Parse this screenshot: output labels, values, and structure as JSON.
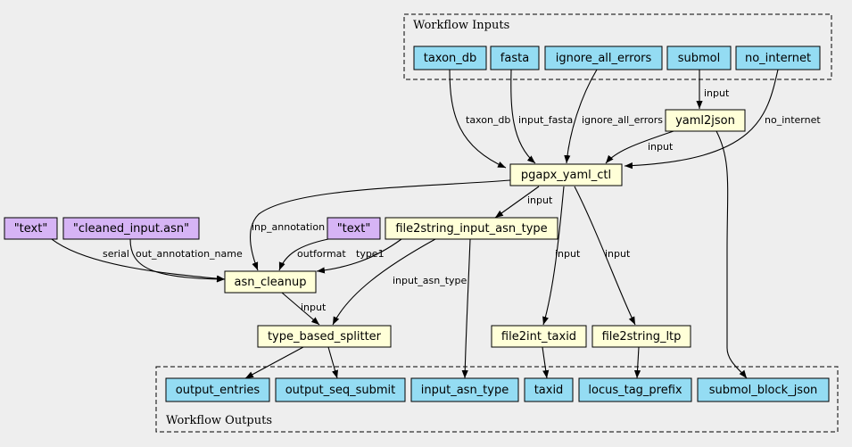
{
  "colors": {
    "background": "#eeeeee",
    "io_node": "#94dcf3",
    "step_node": "#ffffd8",
    "const_node": "#d6b4f5",
    "edge": "#000000"
  },
  "clusters": {
    "inputs_title": "Workflow Inputs",
    "outputs_title": "Workflow Outputs"
  },
  "nodes": {
    "taxon_db": "taxon_db",
    "fasta": "fasta",
    "ignore_all_errors": "ignore_all_errors",
    "submol": "submol",
    "no_internet": "no_internet",
    "yaml2json": "yaml2json",
    "pgapx_yaml_ctl": "pgapx_yaml_ctl",
    "text_const_1": "\"text\"",
    "cleaned_input_asn": "\"cleaned_input.asn\"",
    "text_const_2": "\"text\"",
    "file2string_input_asn_type": "file2string_input_asn_type",
    "asn_cleanup": "asn_cleanup",
    "type_based_splitter": "type_based_splitter",
    "file2int_taxid": "file2int_taxid",
    "file2string_ltp": "file2string_ltp",
    "output_entries": "output_entries",
    "output_seq_submit": "output_seq_submit",
    "input_asn_type": "input_asn_type",
    "taxid": "taxid",
    "locus_tag_prefix": "locus_tag_prefix",
    "submol_block_json": "submol_block_json"
  },
  "edge_labels": {
    "taxon_db": "taxon_db",
    "input_fasta": "input_fasta",
    "ignore_all_errors": "ignore_all_errors",
    "submol_input": "input",
    "no_internet": "no_internet",
    "yaml2json_input": "input",
    "inp_annotation": "inp_annotation",
    "pgapx_input": "input",
    "serial": "serial",
    "out_annotation_name": "out_annotation_name",
    "outformat": "outformat",
    "type1": "type1",
    "asn_cleanup_input": "input",
    "input_asn_type": "input_asn_type",
    "file2int_input": "input",
    "file2string_ltp_input": "input"
  }
}
